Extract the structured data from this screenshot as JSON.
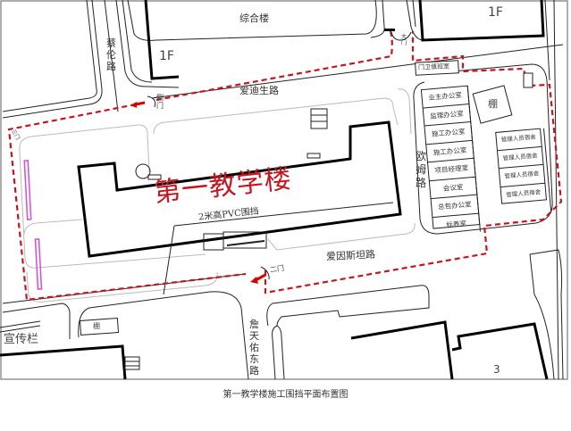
{
  "plan": {
    "building_title": "第一教学楼",
    "fence_note": "2米高PVC围挡",
    "caption": "第一教学楼施工围挡平面布置图",
    "fence_color": "#c8141e",
    "roads": {
      "north": "爱迪生路",
      "east": "欧姆路",
      "south": "爱因斯坦路",
      "west": "蔡伦路",
      "south_cross": "詹天佑东路"
    },
    "buildings": {
      "north": "综合楼",
      "floor_left": "1F",
      "floor_right": "1F",
      "south_right_number": "3"
    },
    "gates": {
      "main": "大门",
      "side": "侧门",
      "second": "二门",
      "left": "三门"
    },
    "guard_room": "门卫值班室",
    "shed": "棚",
    "shed_south": "棚",
    "bulletin": "宣传栏",
    "offices": [
      "业主办公室",
      "监理办公室",
      "施工办公室",
      "施工办公室",
      "项目经理室",
      "会议室",
      "总包办公室",
      "标养室"
    ],
    "dorms": [
      "管理人员宿舍",
      "管理人员宿舍",
      "管理人员宿舍",
      "管理人员宿舍"
    ]
  }
}
